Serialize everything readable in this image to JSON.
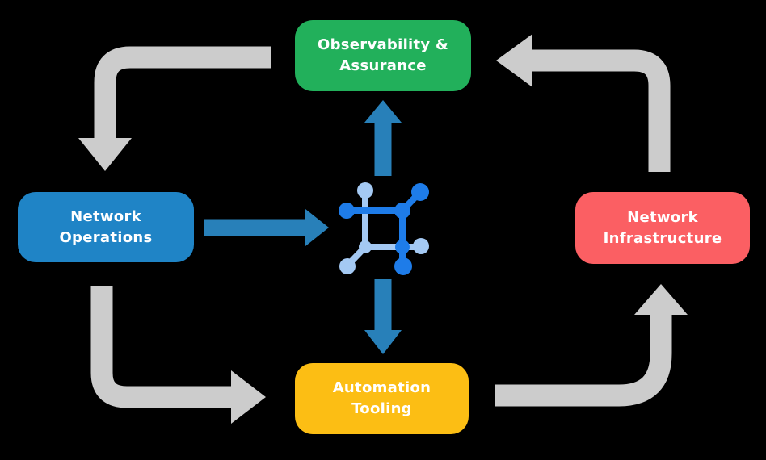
{
  "colors": {
    "background": "#000000",
    "text": "#FFFFFF",
    "green": "#22B05B",
    "blue": "#1F84C6",
    "red": "#FB5F63",
    "yellow": "#FCBE14",
    "arrow_blue": "#2880B9",
    "arrow_gray": "#CCCCCC",
    "icon_blue": "#1E7CE9",
    "icon_light_blue": "#A4C9F3"
  },
  "diagram": {
    "nodes": {
      "observability": {
        "lines": [
          "Observability &",
          "Assurance"
        ],
        "color": "#22B05B"
      },
      "operations": {
        "lines": [
          "Network",
          "Operations"
        ],
        "color": "#1F84C6"
      },
      "infrastructure": {
        "lines": [
          "Network",
          "Infrastructure"
        ],
        "color": "#FB5F63"
      },
      "tooling": {
        "lines": [
          "Automation",
          "Tooling"
        ],
        "color": "#FCBE14"
      }
    },
    "center_icon": "network-nodes-icon",
    "flows": [
      {
        "from": "observability",
        "to": "operations",
        "style": "gray"
      },
      {
        "from": "operations",
        "to": "tooling",
        "style": "gray"
      },
      {
        "from": "tooling",
        "to": "infrastructure",
        "style": "gray"
      },
      {
        "from": "infrastructure",
        "to": "observability",
        "style": "gray"
      },
      {
        "from": "operations",
        "to": "center-icon",
        "style": "blue"
      },
      {
        "from": "center-icon",
        "to": "observability",
        "style": "blue"
      },
      {
        "from": "center-icon",
        "to": "tooling",
        "style": "blue"
      }
    ]
  }
}
